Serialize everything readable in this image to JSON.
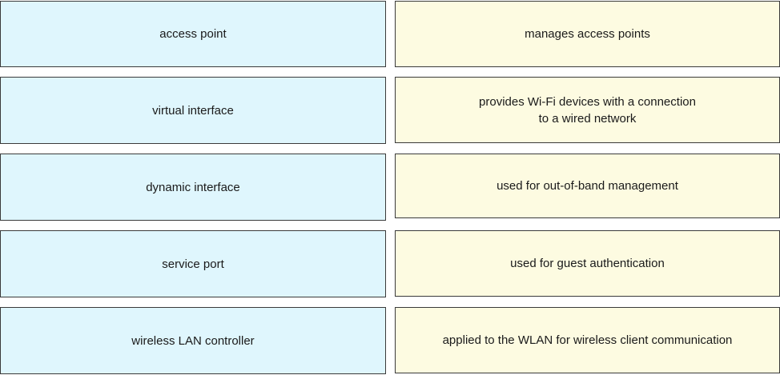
{
  "terms": [
    "access point",
    "virtual interface",
    "dynamic interface",
    "service port",
    "wireless LAN controller"
  ],
  "descriptions": [
    "manages access points",
    "provides Wi-Fi devices with a connection\nto a wired network",
    "used for out-of-band management",
    "used for guest authentication",
    "applied to the WLAN for wireless client communication"
  ],
  "colors": {
    "term_box_fill": "#dff6fd",
    "description_box_fill": "#fdfbe1",
    "border": "#3a3a3a"
  }
}
